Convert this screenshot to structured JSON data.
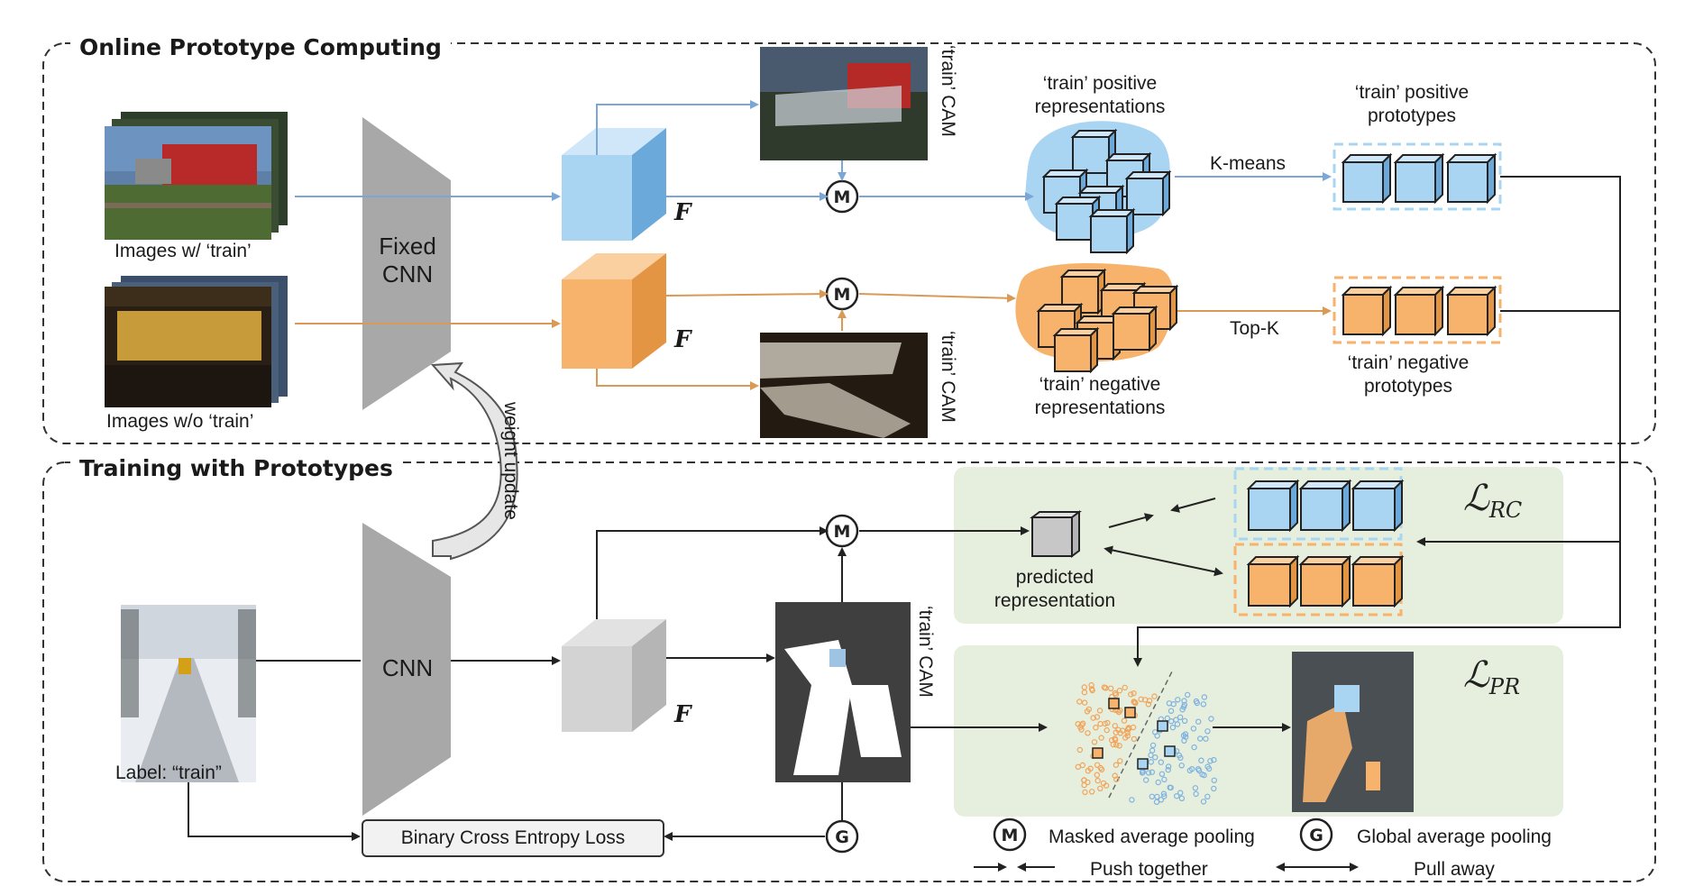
{
  "sections": {
    "online": "Online Prototype Computing",
    "training": "Training with Prototypes"
  },
  "labels": {
    "images_with": "Images w/ ‘train’",
    "images_without": "Images w/o ‘train’",
    "fixed_cnn_line1": "Fixed",
    "fixed_cnn_line2": "CNN",
    "cnn": "CNN",
    "feature": "F",
    "cam": "‘train’ CAM",
    "pos_repr_line1": "‘train’ positive",
    "pos_repr_line2": "representations",
    "neg_repr_line1": "‘train’ negative",
    "neg_repr_line2": "representations",
    "kmeans": "K-means",
    "topk": "Top-K",
    "pos_proto_line1": "‘train’ positive",
    "pos_proto_line2": "prototypes",
    "neg_proto_line1": "‘train’ negative",
    "neg_proto_line2": "prototypes",
    "weight_update": "weight update",
    "label_train": "Label: “train”",
    "pred_line1": "predicted",
    "pred_line2": "representation",
    "bce": "Binary Cross Entropy Loss",
    "loss_rc_main": "ℒ",
    "loss_rc_sub": "RC",
    "loss_pr_main": "ℒ",
    "loss_pr_sub": "PR",
    "m_symbol": "M",
    "g_symbol": "G"
  },
  "legend": {
    "map": "Masked average pooling",
    "gap": "Global average pooling",
    "push": "Push together",
    "pull": "Pull away"
  },
  "colors": {
    "blue": "#a9d5f2",
    "blue_dark": "#6aa9d9",
    "orange": "#f7b26b",
    "orange_dark": "#e49544",
    "gray": "#9d9d9d",
    "green_panel": "#e6efdd",
    "blue_arrow": "#7aa7d6",
    "orange_arrow": "#d99a55"
  }
}
